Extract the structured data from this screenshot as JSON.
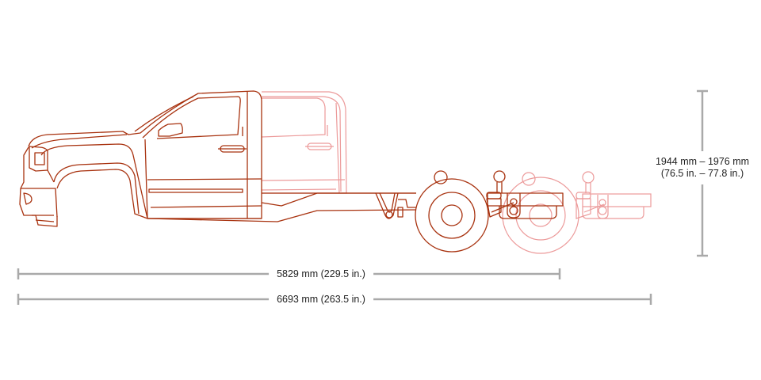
{
  "diagram": {
    "subject": "Pickup truck chassis cab side profile (regular cab solid, crew cab and dual rear axle shown faded)",
    "colors": {
      "line_primary": "#a8320f",
      "line_faded": "#ec9a9a",
      "dimension_line": "#a9a9a9",
      "text": "#222222"
    },
    "dimensions": {
      "height": {
        "label_line1": "1944 mm – 1976 mm",
        "label_line2": "(76.5 in. – 77.8 in.)"
      },
      "length_regular_cab": {
        "label": "5829 mm (229.5 in.)"
      },
      "length_overall": {
        "label": "6693 mm (263.5 in.)"
      }
    }
  }
}
